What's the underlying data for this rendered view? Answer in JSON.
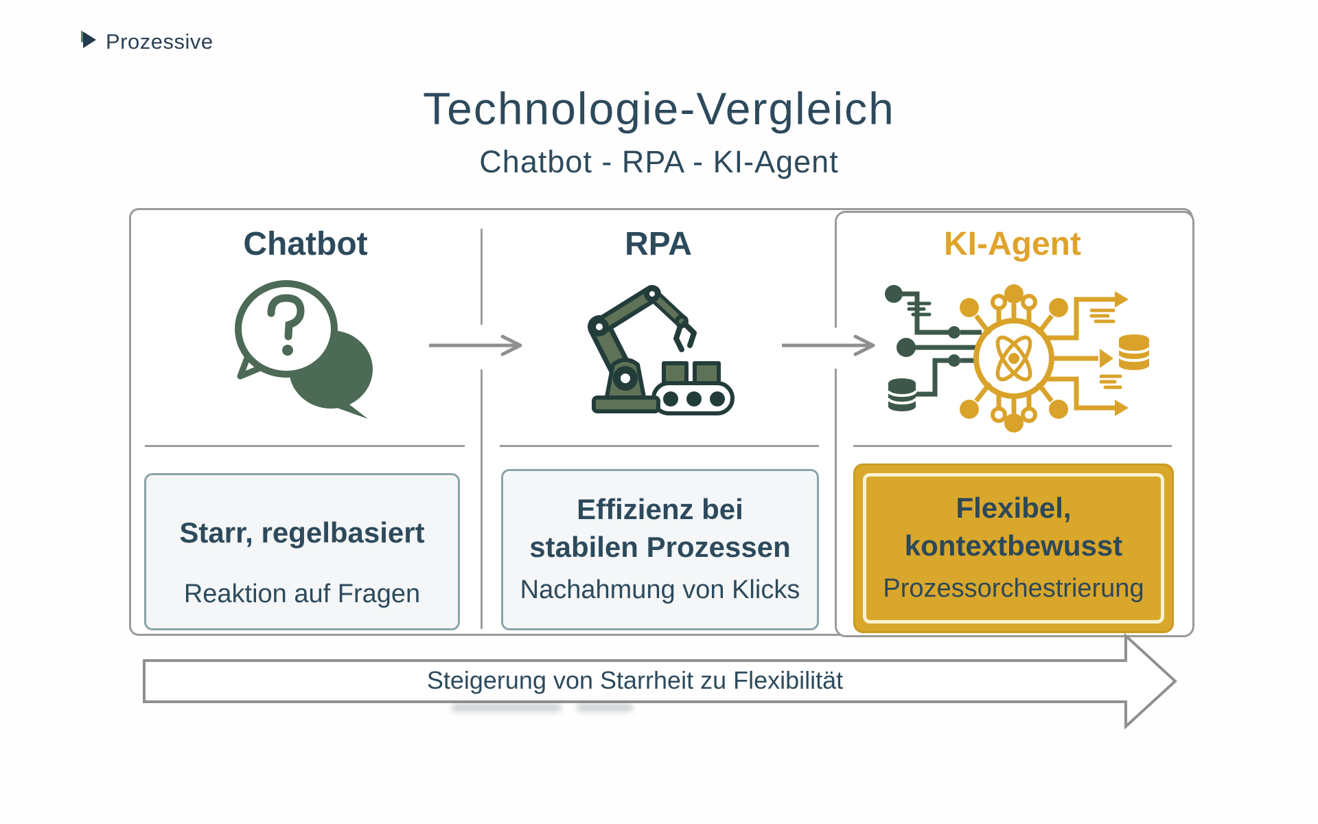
{
  "logo": {
    "text": "Prozessive"
  },
  "header": {
    "title": "Technologie-Vergleich",
    "subtitle": "Chatbot - RPA - KI-Agent"
  },
  "columns": [
    {
      "heading": "Chatbot",
      "icon": "chat-bubbles-question-icon",
      "card": {
        "title": "Starr, regelbasiert",
        "subtitle": "Reaktion auf Fragen",
        "style": "light"
      }
    },
    {
      "heading": "RPA",
      "icon": "robot-arm-icon",
      "card": {
        "title": "Effizienz bei stabilen Prozessen",
        "subtitle": "Nachahmung von Klicks",
        "style": "light"
      }
    },
    {
      "heading": "KI-Agent",
      "icon": "ai-network-icon",
      "card": {
        "title": "Flexibel, kontextbewusst",
        "subtitle": "Prozessorchestrierung",
        "style": "gold"
      }
    }
  ],
  "progress_arrow": {
    "label": "Steigerung von Starrheit zu Flexibilität"
  },
  "icons": {
    "logo": "chevron-right-icon",
    "between_columns": "arrow-right-icon",
    "bottom": "arrow-right-outline-icon"
  },
  "colors": {
    "dark_slate_text": "#2D4A5C",
    "gold_accent": "#DFA32C",
    "gold_card_bg": "#D9A72B",
    "gold_card_inner_border": "#F9F2D0",
    "light_card_bg": "#F4F6F7",
    "light_card_border": "#8AA3AB",
    "frame_border": "#9A9A9A",
    "arrow_gray": "#8F8F8F",
    "chat_icon_green": "#4C6A55",
    "rpa_icon_outline": "#223C3A",
    "rpa_icon_fill": "#5F7257",
    "ki_icon_green": "#3D584A",
    "ki_icon_gold": "#D9A32B"
  }
}
